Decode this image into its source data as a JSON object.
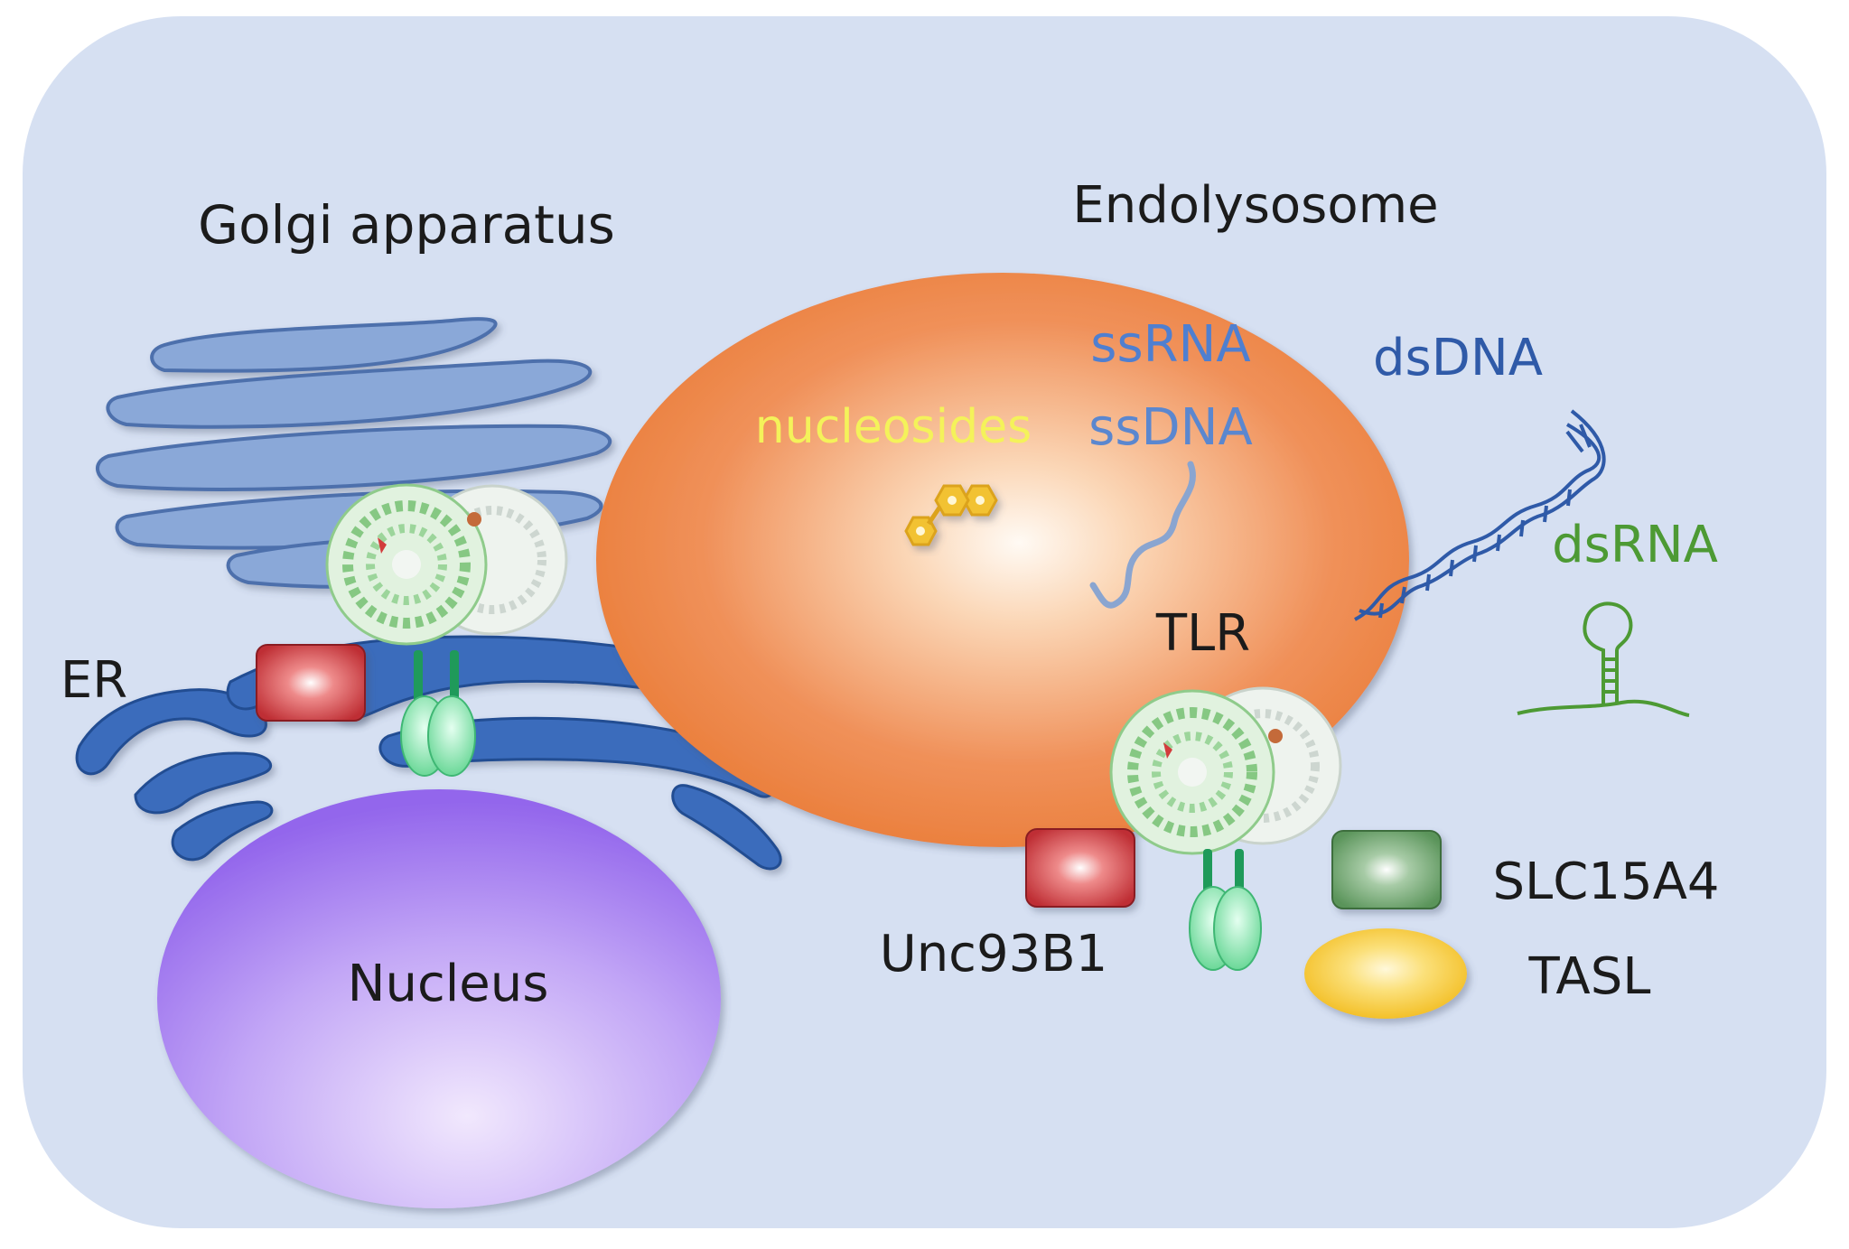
{
  "colors": {
    "cell_bg": "#d6e0f2",
    "golgi": "#8aa8d8",
    "er": "#3a6cbc",
    "nucleus": "#9c72ee",
    "endolysosome": "#ea7b35",
    "unc93b1": "#c3373c",
    "tlr_transmembrane": "#7ee0a6",
    "slc15a4": "#5f9a60",
    "tasl": "#f6c431",
    "nucleosides": "#f4f25a",
    "ssrna": "#4f7fd0",
    "ssdna": "#5b87cf",
    "dsdna": "#2f5aa8",
    "dsrna": "#4d9a34",
    "text": "#1b1b1b"
  },
  "labels": {
    "golgi": "Golgi apparatus",
    "endolysosome": "Endolysosome",
    "er": "ER",
    "nucleus": "Nucleus",
    "tlr": "TLR",
    "unc93b1": "Unc93B1",
    "slc15a4": "SLC15A4",
    "tasl": "TASL",
    "ssrna": "ssRNA",
    "ssdna": "ssDNA",
    "dsdna": "dsDNA",
    "dsrna": "dsRNA",
    "nucleosides": "nucleosides"
  }
}
